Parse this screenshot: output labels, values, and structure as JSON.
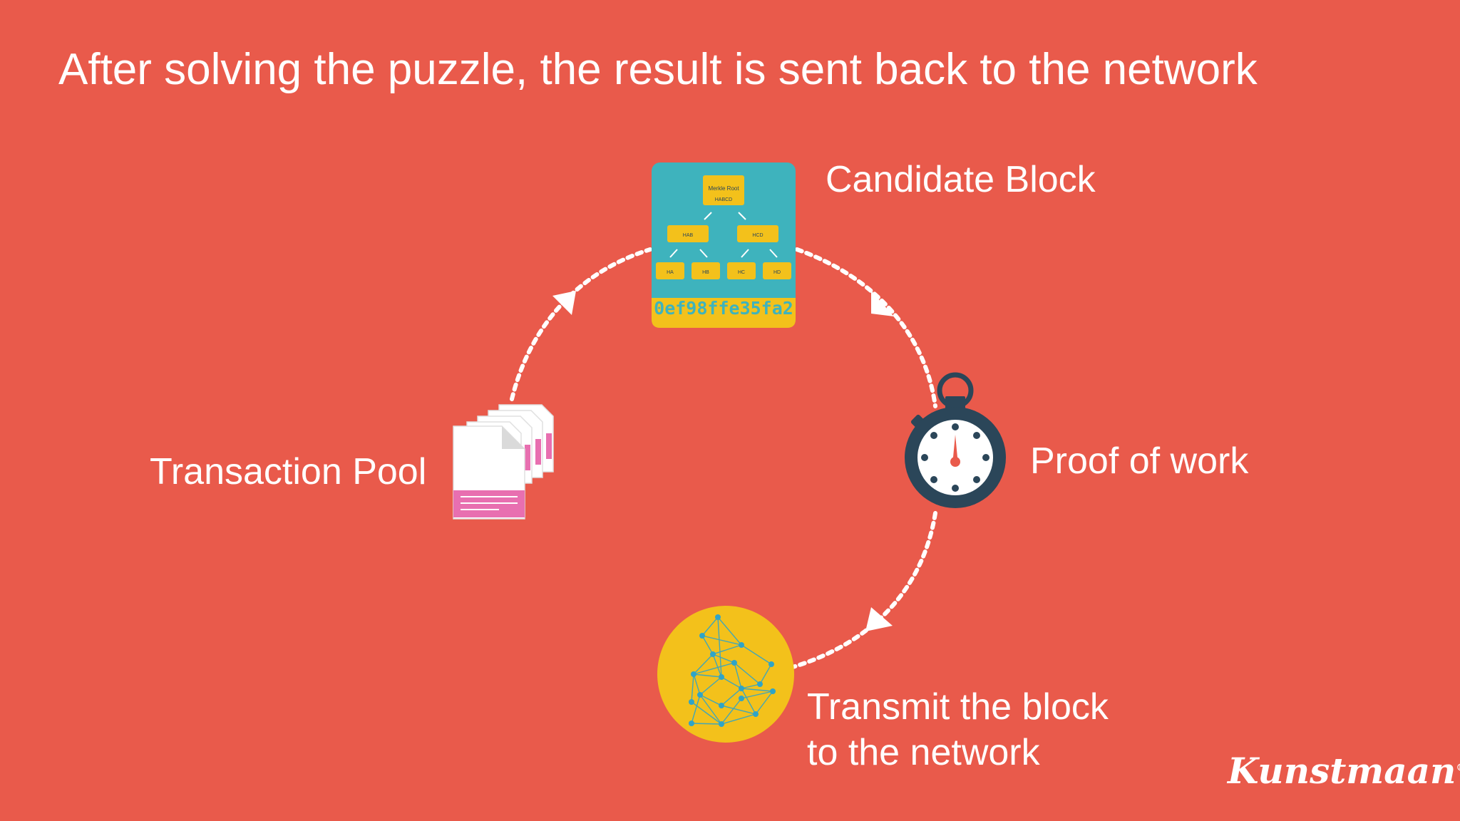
{
  "slide": {
    "title": "After solving the puzzle, the result is sent back to the network"
  },
  "nodes": {
    "candidate_block": {
      "label": "Candidate Block",
      "merkle_root_label": "Merkle Root",
      "root_hash_label": "HABCD",
      "level1_labels": [
        "HAB",
        "HCD"
      ],
      "leaf_labels": [
        "HA",
        "HB",
        "HC",
        "HD"
      ],
      "hash_value": "0ef98ffe35fa2"
    },
    "proof_of_work": {
      "label": "Proof of work"
    },
    "transmit": {
      "label_line1": "Transmit the block",
      "label_line2": "to the network"
    },
    "transaction_pool": {
      "label": "Transaction Pool"
    }
  },
  "brand": {
    "logo_text": "Kunstmaan",
    "registered_mark": "®"
  },
  "colors": {
    "background": "#E95A4B",
    "block_teal": "#3EB3BD",
    "block_yellow": "#F3C11B",
    "stopwatch_navy": "#2B4659",
    "stopwatch_hand": "#E95A4B",
    "coin_yellow": "#F3C11B",
    "network_blue": "#2FA4C8",
    "document_pink": "#E86FB0"
  },
  "icons": [
    "merkle-block-icon",
    "stopwatch-icon",
    "bitcoin-network-icon",
    "documents-stack-icon",
    "arrow-icon"
  ]
}
